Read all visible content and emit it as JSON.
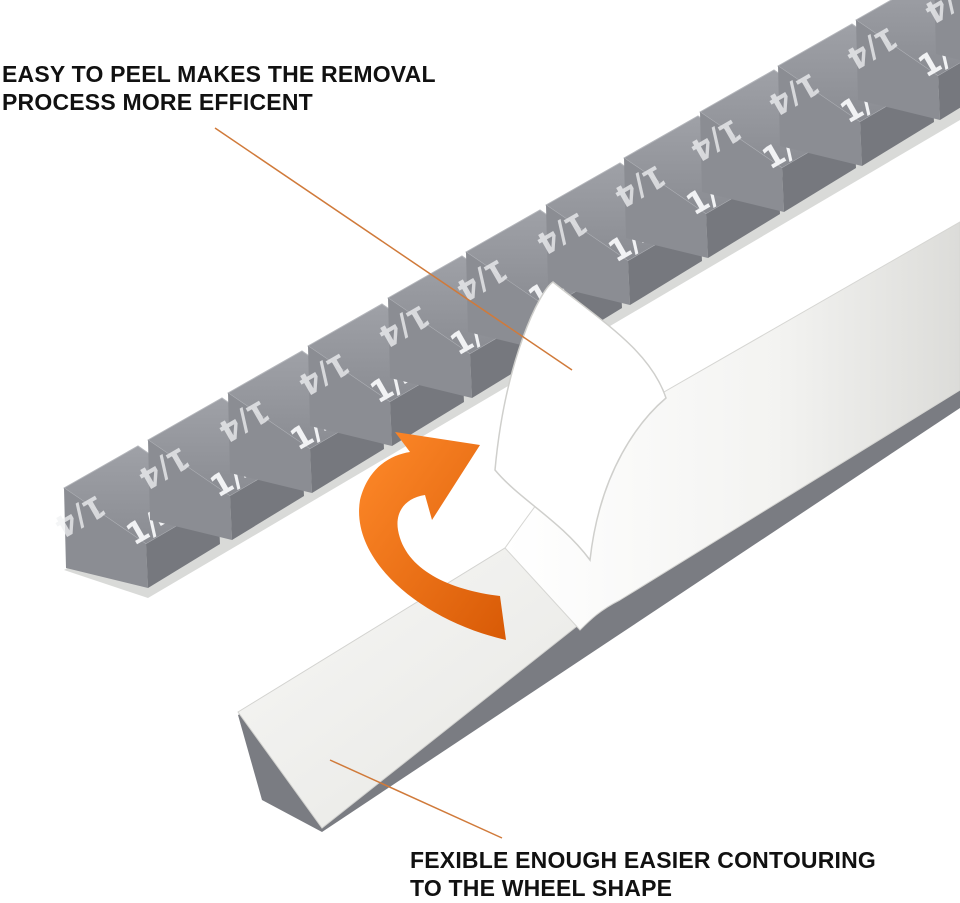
{
  "captions": {
    "top": {
      "line1": "EASY TO PEEL MAKES THE REMOVAL",
      "line2": "PROCESS MORE EFFICENT"
    },
    "bottom": {
      "line1": "FEXIBLE ENOUGH EASIER CONTOURING",
      "line2": "TO THE WHEEL SHAPE"
    }
  },
  "weight_label": "1/4",
  "colors": {
    "weight_gray": "#8e9096",
    "weight_top": "#9a9ca2",
    "weight_side": "#6f7177",
    "tape_white": "#f4f4f2",
    "arrow_orange": "#ee6f0f",
    "leader_line": "#d07a3a",
    "text": "#111111"
  },
  "icons": {
    "peel_arrow": "curved-arrow-icon"
  }
}
